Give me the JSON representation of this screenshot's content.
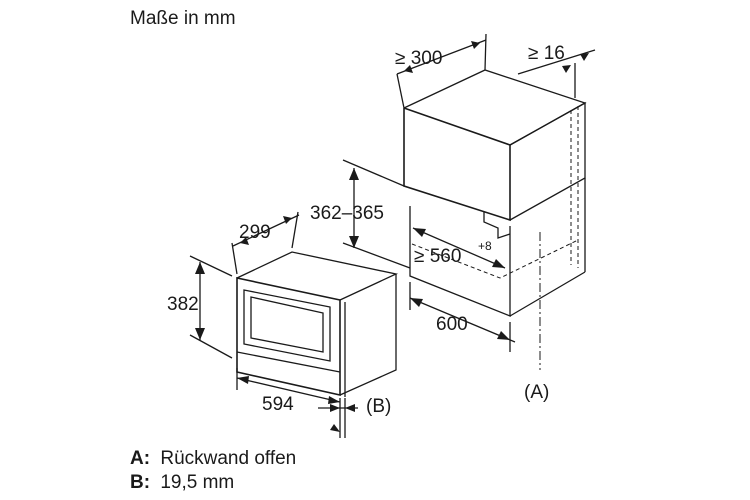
{
  "title": "Maße in mm",
  "dimensions": {
    "cabinet_depth": "≥ 300",
    "gap": "≥ 16",
    "niche_height": "362–365",
    "niche_width_main": "≥ 560",
    "niche_width_sup": "+8",
    "cabinet_width": "600",
    "oven_depth": "299",
    "oven_height": "382",
    "oven_width": "594"
  },
  "markers": {
    "a": "(A)",
    "b": "(B)"
  },
  "legend": [
    {
      "key": "A:",
      "text": "Rückwand offen"
    },
    {
      "key": "B:",
      "text": "19,5 mm"
    }
  ]
}
